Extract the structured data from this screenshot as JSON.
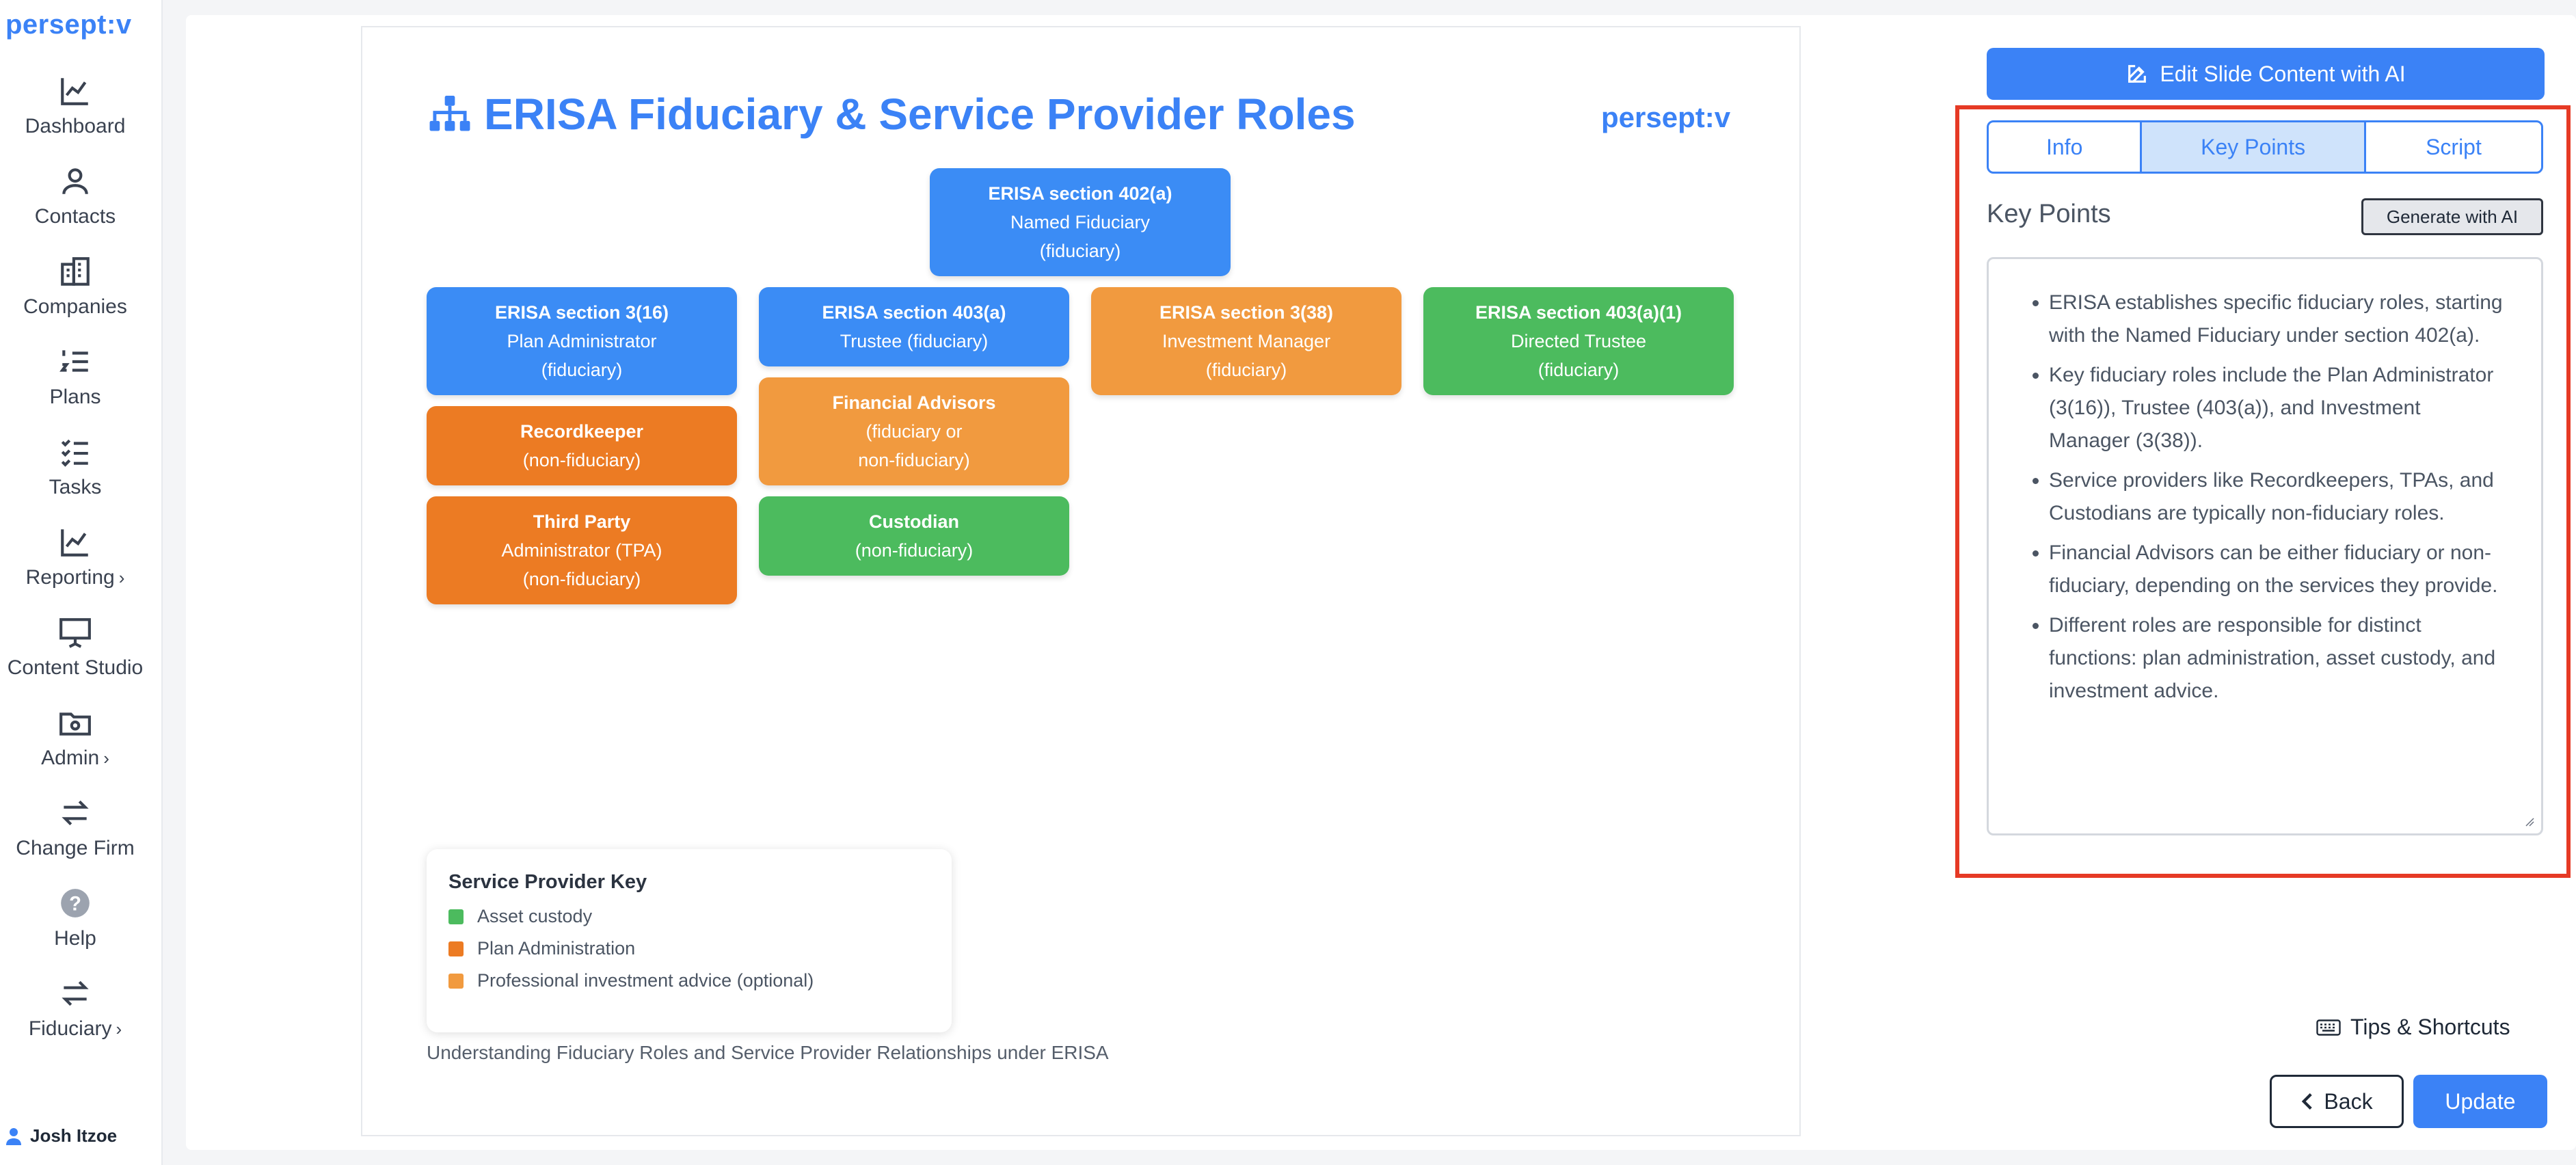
{
  "app": {
    "logo": "persept:v",
    "user": "Josh Itzoe"
  },
  "sidebar": {
    "items": [
      {
        "label": "Dashboard",
        "icon": "dashboard-chart-icon"
      },
      {
        "label": "Contacts",
        "icon": "person-icon"
      },
      {
        "label": "Companies",
        "icon": "building-icon"
      },
      {
        "label": "Plans",
        "icon": "numbered-list-icon"
      },
      {
        "label": "Tasks",
        "icon": "checklist-icon"
      },
      {
        "label": "Reporting",
        "icon": "chart-icon",
        "chevron": "›"
      },
      {
        "label": "Content Studio",
        "icon": "presentation-icon"
      },
      {
        "label": "Admin",
        "icon": "folder-gear-icon",
        "chevron": "›"
      },
      {
        "label": "Change Firm",
        "icon": "swap-icon"
      },
      {
        "label": "Help",
        "icon": "help-icon"
      },
      {
        "label": "Fiduciary",
        "icon": "swap-icon",
        "chevron": "›"
      }
    ]
  },
  "slide": {
    "title": "ERISA Fiduciary & Service Provider Roles",
    "logo": "persept:v",
    "boxes": {
      "named": {
        "title": "ERISA section 402(a)",
        "l1": "Named Fiduciary",
        "l2": "(fiduciary)"
      },
      "admin": {
        "title": "ERISA section 3(16)",
        "l1": "Plan Administrator",
        "l2": "(fiduciary)"
      },
      "trustee": {
        "title": "ERISA section 403(a)",
        "l1": "Trustee (fiduciary)"
      },
      "invest": {
        "title": "ERISA section 3(38)",
        "l1": "Investment Manager",
        "l2": "(fiduciary)"
      },
      "directed": {
        "title": "ERISA section 403(a)(1)",
        "l1": "Directed Trustee",
        "l2": "(fiduciary)"
      },
      "recordkeeper": {
        "title": "Recordkeeper",
        "l1": "(non-fiduciary)"
      },
      "advisors": {
        "title": "Financial Advisors",
        "l1": "(fiduciary or",
        "l2": "non-fiduciary)"
      },
      "tpa": {
        "title": "Third Party",
        "l1": "Administrator (TPA)",
        "l2": "(non-fiduciary)"
      },
      "custodian": {
        "title": "Custodian",
        "l1": "(non-fiduciary)"
      }
    },
    "key": {
      "title": "Service Provider Key",
      "items": [
        {
          "label": "Asset custody",
          "color": "#4cbb5e"
        },
        {
          "label": "Plan Administration",
          "color": "#ec7b23"
        },
        {
          "label": "Professional investment advice (optional)",
          "color": "#f19a3f"
        }
      ]
    },
    "caption": "Understanding Fiduciary Roles and Service Provider Relationships under ERISA"
  },
  "panel": {
    "ai_button": "Edit Slide Content with AI",
    "tabs": [
      "Info",
      "Key Points",
      "Script"
    ],
    "active_tab": "Key Points",
    "section_title": "Key Points",
    "generate_button": "Generate with AI",
    "key_points": [
      "ERISA establishes specific fiduciary roles, starting with the Named Fiduciary under section 402(a).",
      "Key fiduciary roles include the Plan Administrator (3(16)), Trustee (403(a)), and Investment Manager (3(38)).",
      "Service providers like Recordkeepers, TPAs, and Custodians are typically non-fiduciary roles.",
      "Financial Advisors can be either fiduciary or non-fiduciary, depending on the services they provide.",
      "Different roles are responsible for distinct functions: plan administration, asset custody, and investment advice."
    ],
    "tips": "Tips & Shortcuts",
    "back": "Back",
    "update": "Update"
  },
  "colors": {
    "accent": "#3b82f6",
    "highlight": "#e63a25"
  }
}
